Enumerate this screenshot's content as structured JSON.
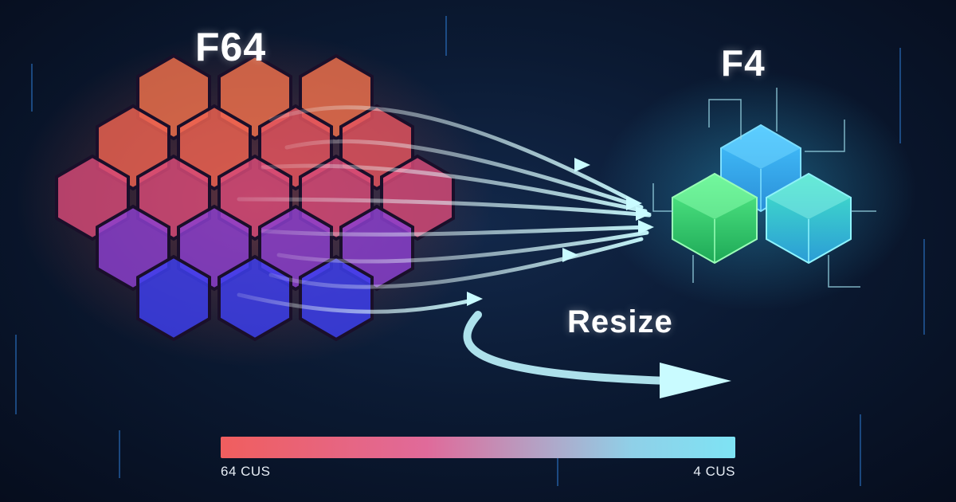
{
  "source_title": "F64",
  "target_title": "F4",
  "action_label": "Resize",
  "capacity_scale": {
    "from_label": "64 CUS",
    "to_label": "4 CUS",
    "colors": [
      "#f05e5e",
      "#7ee3f4"
    ]
  },
  "colors": {
    "background": "#0b1a33",
    "source_warm": "#f26a4f",
    "source_cool": "#4a3cf0",
    "target_blue": "#35b6f0",
    "target_green": "#3ee870",
    "arrow": "#bff6ff"
  }
}
